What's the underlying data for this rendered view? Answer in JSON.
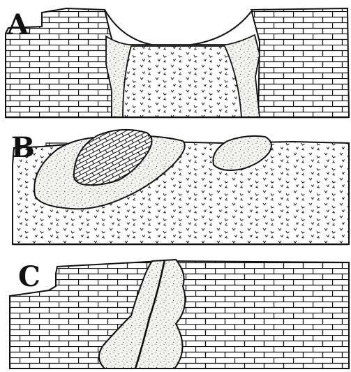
{
  "panels": [
    {
      "label": "A",
      "description_name": "crater-panel"
    },
    {
      "label": "B",
      "description_name": "xenolith-panel"
    },
    {
      "label": "C",
      "description_name": "dike-panel"
    }
  ],
  "colors": {
    "line": "#111111",
    "background": "#ffffff",
    "stipple": "#333333"
  },
  "patterns": [
    "brick-pattern",
    "stipple-pattern",
    "volcanic-v-pattern"
  ]
}
